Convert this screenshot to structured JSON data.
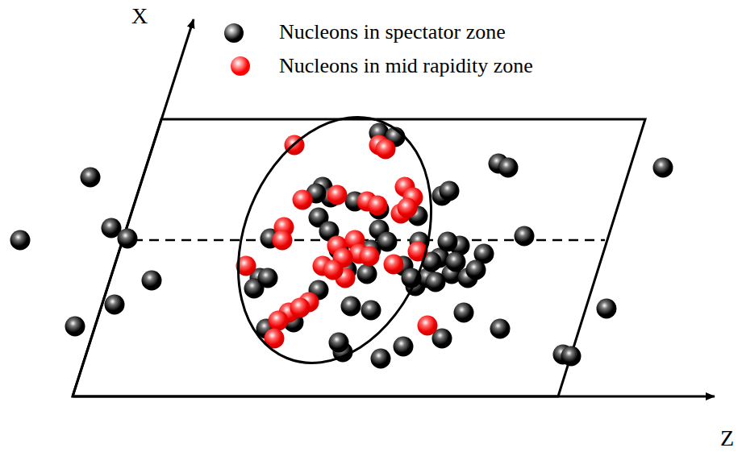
{
  "diagram": {
    "labels": [
      "X",
      "Z"
    ],
    "legend": [
      {
        "text": "Nucleons in spectator zone",
        "color": "#000000"
      },
      {
        "text": "Nucleons in mid rapidity zone",
        "color": "#ff0000"
      }
    ]
  }
}
